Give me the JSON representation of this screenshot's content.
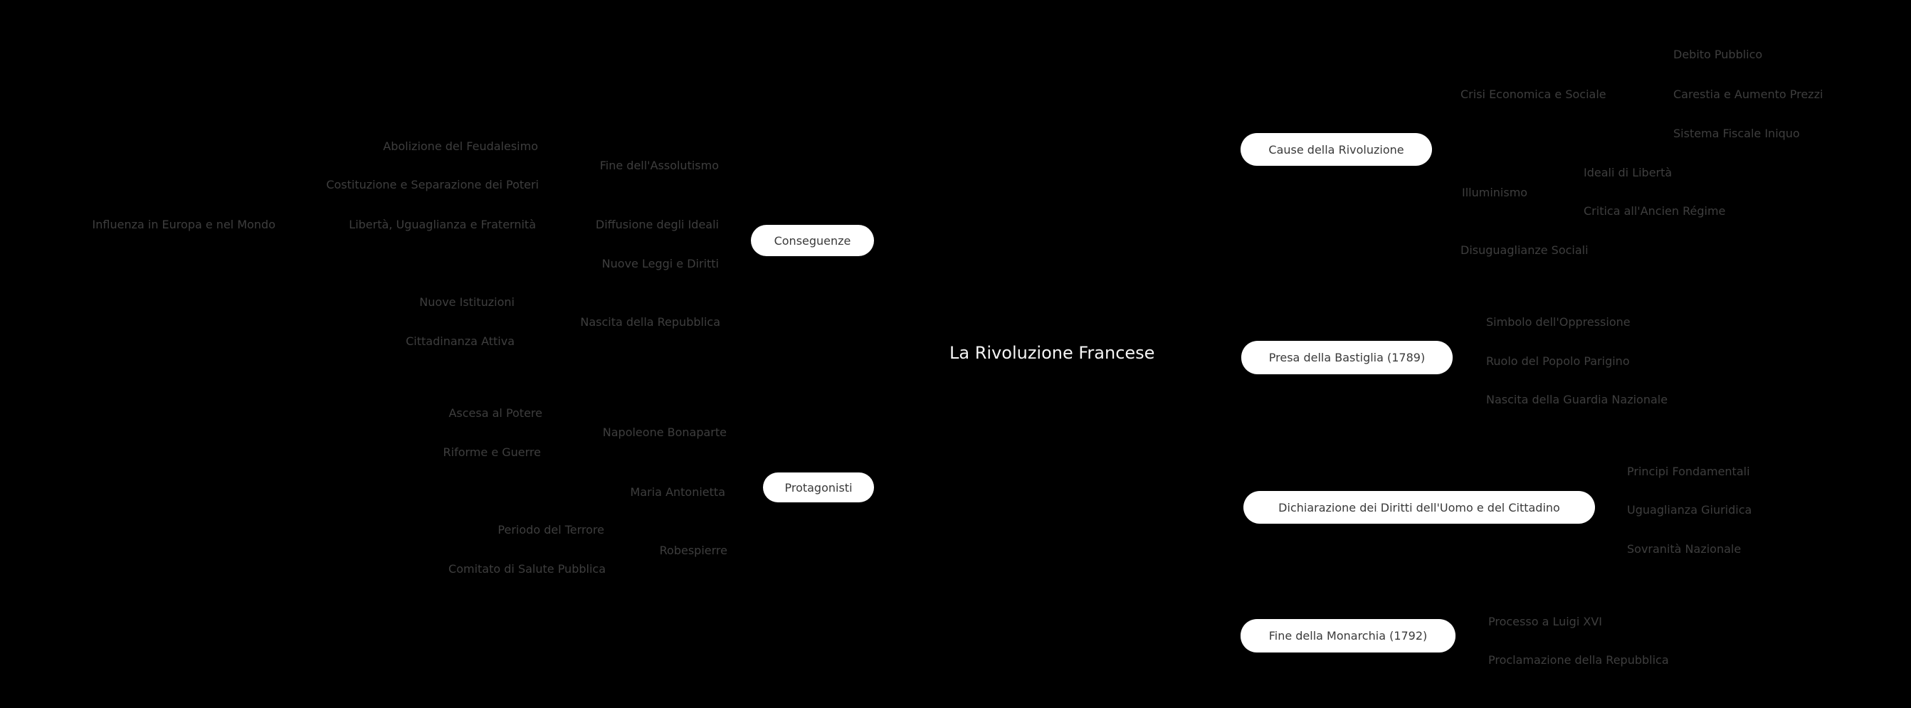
{
  "canvas": {
    "background_color": "#000000",
    "node_background_color": "#ffffff",
    "node_text_color": "#3a3a3a",
    "leaf_text_color": "#3e3e3e",
    "root_text_color": "#f5f5f5"
  },
  "root": {
    "label": "La Rivoluzione Francese"
  },
  "branches": [
    {
      "label": "Cause della Rivoluzione",
      "side": "right",
      "children": [
        {
          "label": "Crisi Economica e Sociale",
          "children": [
            {
              "label": "Debito Pubblico"
            },
            {
              "label": "Carestia e Aumento Prezzi"
            },
            {
              "label": "Sistema Fiscale Iniquo"
            }
          ]
        },
        {
          "label": "Illuminismo",
          "children": [
            {
              "label": "Ideali di Libertà"
            },
            {
              "label": "Critica all'Ancien Régime"
            }
          ]
        },
        {
          "label": "Disuguaglianze Sociali"
        }
      ]
    },
    {
      "label": "Presa della Bastiglia (1789)",
      "side": "right",
      "children": [
        {
          "label": "Simbolo dell'Oppressione"
        },
        {
          "label": "Ruolo del Popolo Parigino"
        },
        {
          "label": "Nascita della Guardia Nazionale"
        }
      ]
    },
    {
      "label": "Dichiarazione dei Diritti dell'Uomo e del Cittadino",
      "side": "right",
      "children": [
        {
          "label": "Principi Fondamentali"
        },
        {
          "label": "Uguaglianza Giuridica"
        },
        {
          "label": "Sovranità Nazionale"
        }
      ]
    },
    {
      "label": "Fine della Monarchia (1792)",
      "side": "right",
      "children": [
        {
          "label": "Processo a Luigi XVI"
        },
        {
          "label": "Proclamazione della Repubblica"
        }
      ]
    },
    {
      "label": "Conseguenze",
      "side": "left",
      "children": [
        {
          "label": "Fine dell'Assolutismo",
          "children": [
            {
              "label": "Abolizione del Feudalesimo"
            },
            {
              "label": "Costituzione e Separazione dei Poteri"
            }
          ]
        },
        {
          "label": "Diffusione degli Ideali",
          "children": [
            {
              "label": "Libertà, Uguaglianza e Fraternità",
              "children": [
                {
                  "label": "Influenza in Europa e nel Mondo"
                }
              ]
            }
          ]
        },
        {
          "label": "Nuove Leggi e Diritti"
        },
        {
          "label": "Nascita della Repubblica",
          "children": [
            {
              "label": "Nuove Istituzioni"
            },
            {
              "label": "Cittadinanza Attiva"
            }
          ]
        }
      ]
    },
    {
      "label": "Protagonisti",
      "side": "left",
      "children": [
        {
          "label": "Napoleone Bonaparte",
          "children": [
            {
              "label": "Ascesa al Potere"
            },
            {
              "label": "Riforme e Guerre"
            }
          ]
        },
        {
          "label": "Maria Antonietta"
        },
        {
          "label": "Robespierre",
          "children": [
            {
              "label": "Periodo del Terrore"
            },
            {
              "label": "Comitato di Salute Pubblica"
            }
          ]
        }
      ]
    }
  ]
}
